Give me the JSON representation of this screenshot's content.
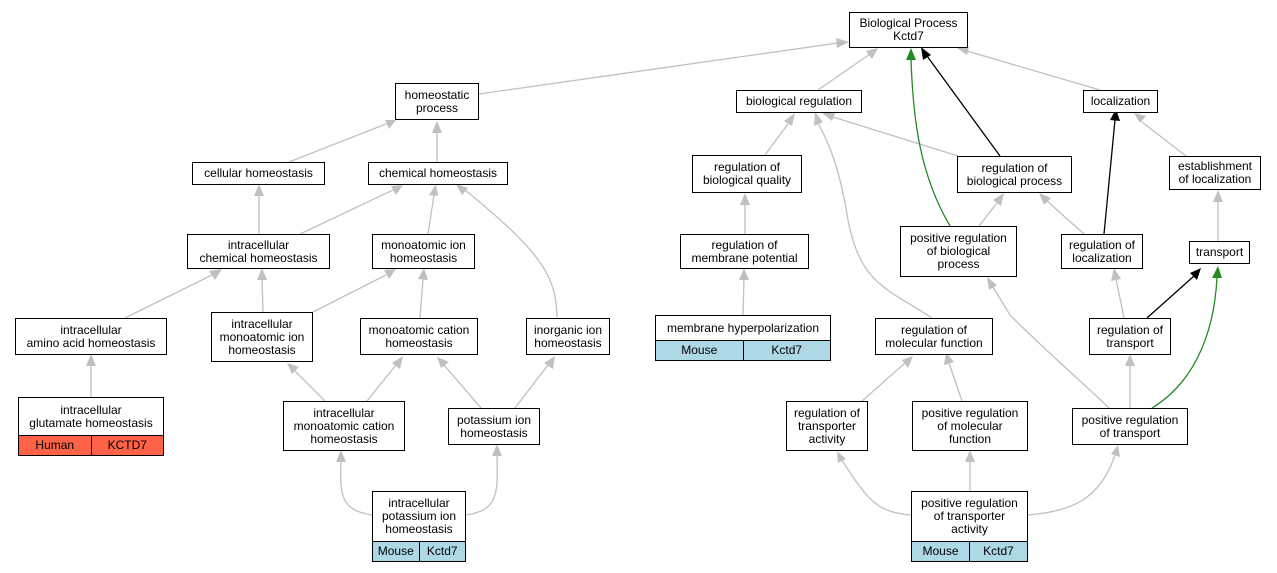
{
  "colors": {
    "gray_edge": "#c0c0c0",
    "black_edge": "#000000",
    "green_edge": "#228b22",
    "mouse": "#add8e6",
    "human": "#ff6347"
  },
  "nodes": {
    "bp": "Biological Process\nKctd7",
    "homeostatic": "homeostatic\nprocess",
    "bioreg": "biological regulation",
    "localization": "localization",
    "cellhomeo": "cellular homeostasis",
    "chemhomeo": "chemical homeostasis",
    "regbioqual": "regulation of\nbiological quality",
    "regbioproc": "regulation of\nbiological process",
    "estloc": "establishment\nof localization",
    "intrachem": "intracellular\nchemical homeostasis",
    "monoion": "monoatomic ion\nhomeostasis",
    "regmemb": "regulation of\nmembrane potential",
    "posregbio": "positive regulation\nof biological\nprocess",
    "regloc": "regulation of\nlocalization",
    "transport": "transport",
    "intraamino": "intracellular\namino acid homeostasis",
    "intramonoion": "intracellular\nmonoatomic ion\nhomeostasis",
    "monocation": "monoatomic cation\nhomeostasis",
    "inorgion": "inorganic ion\nhomeostasis",
    "membhyper": "membrane hyperpolarization",
    "regmolfunc": "regulation of\nmolecular function",
    "regtransport": "regulation of\ntransport",
    "intraglut": "intracellular\nglutamate homeostasis",
    "intramonocation": "intracellular\nmonoatomic cation\nhomeostasis",
    "potion": "potassium ion\nhomeostasis",
    "regtransporter": "regulation of\ntransporter\nactivity",
    "posregmol": "positive regulation\nof molecular\nfunction",
    "posregtransport": "positive regulation\nof transport",
    "intrapot": "intracellular\npotassium ion\nhomeostasis",
    "posregtransporter": "positive regulation\nof transporter\nactivity"
  },
  "annotations": {
    "membhyper": [
      "Mouse",
      "Kctd7"
    ],
    "intraglut": [
      "Human",
      "KCTD7"
    ],
    "intrapot": [
      "Mouse",
      "Kctd7"
    ],
    "posregtransporter": [
      "Mouse",
      "Kctd7"
    ]
  }
}
